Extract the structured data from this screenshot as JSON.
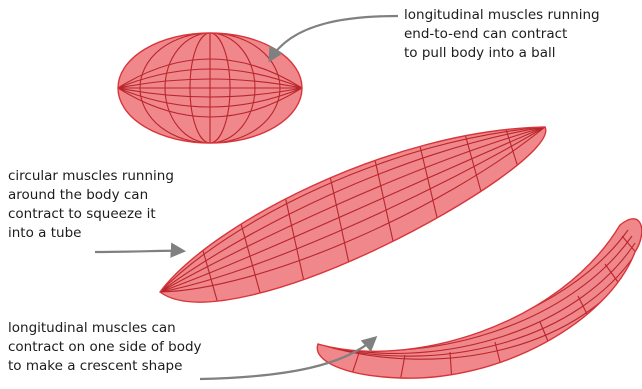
{
  "annotations": {
    "ball": [
      "longitudinal muscles running",
      "end-to-end can contract",
      "to pull body into a ball"
    ],
    "tube": [
      "circular muscles running",
      "around the body can",
      "contract to squeeze it",
      "into a tube"
    ],
    "crescent": [
      "longitudinal muscles can",
      "contract on one side of body",
      "to make a crescent shape"
    ]
  },
  "colors": {
    "body_fill": "#f0878a",
    "body_stroke": "#d8353b",
    "muscle_line": "#b8262c",
    "arrow": "#808080",
    "text": "#1c1c1c"
  }
}
